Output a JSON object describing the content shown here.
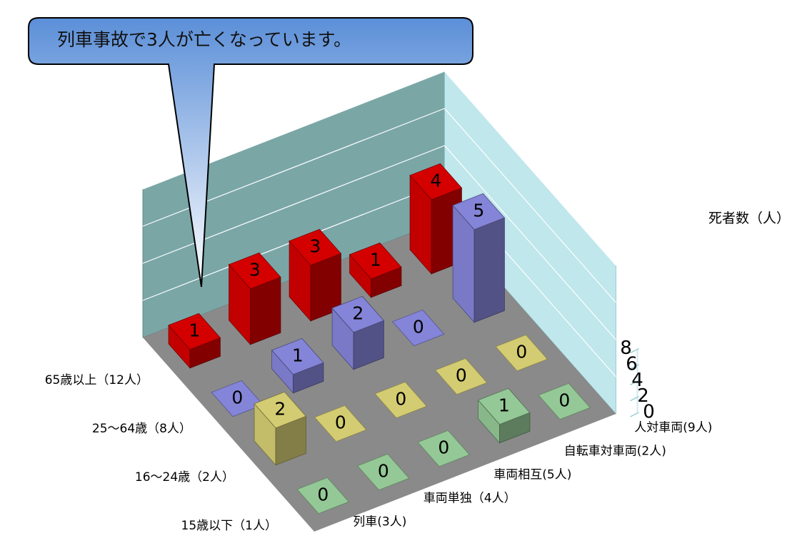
{
  "callout": {
    "text": "列車事故で3人が亡くなっています。"
  },
  "chart_data": {
    "type": "bar3d",
    "title": "",
    "zlabel": "死者数（人）",
    "zlim": [
      0,
      8
    ],
    "z_ticks": [
      "0",
      "2",
      "4",
      "6",
      "8"
    ],
    "age_groups": [
      "15歳以下（1人）",
      "16～24歳（2人）",
      "25～64歳（8人）",
      "65歳以上（12人）"
    ],
    "accident_types": [
      "列車(3人)",
      "車両単独（4人）",
      "車両相互(5人)",
      "自転車対車両(2人)",
      "人対車両(9人)"
    ],
    "series": [
      {
        "name": "15歳以下（1人）",
        "color": "#94c896",
        "values": [
          0,
          0,
          0,
          1,
          0
        ]
      },
      {
        "name": "16～24歳（2人）",
        "color": "#d4cc72",
        "values": [
          2,
          0,
          0,
          0,
          0
        ]
      },
      {
        "name": "25～64歳（8人）",
        "color": "#8484d8",
        "values": [
          0,
          1,
          2,
          0,
          5
        ]
      },
      {
        "name": "65歳以上（12人）",
        "color": "#d40000",
        "values": [
          1,
          3,
          3,
          1,
          4
        ]
      }
    ],
    "colors": {
      "floor": "#8a8a8a",
      "back_wall": "#7aa6a6",
      "side_wall": "#bfe7ec",
      "callout_top": "#5b8fd8",
      "callout_bottom": "#ffffff"
    }
  }
}
